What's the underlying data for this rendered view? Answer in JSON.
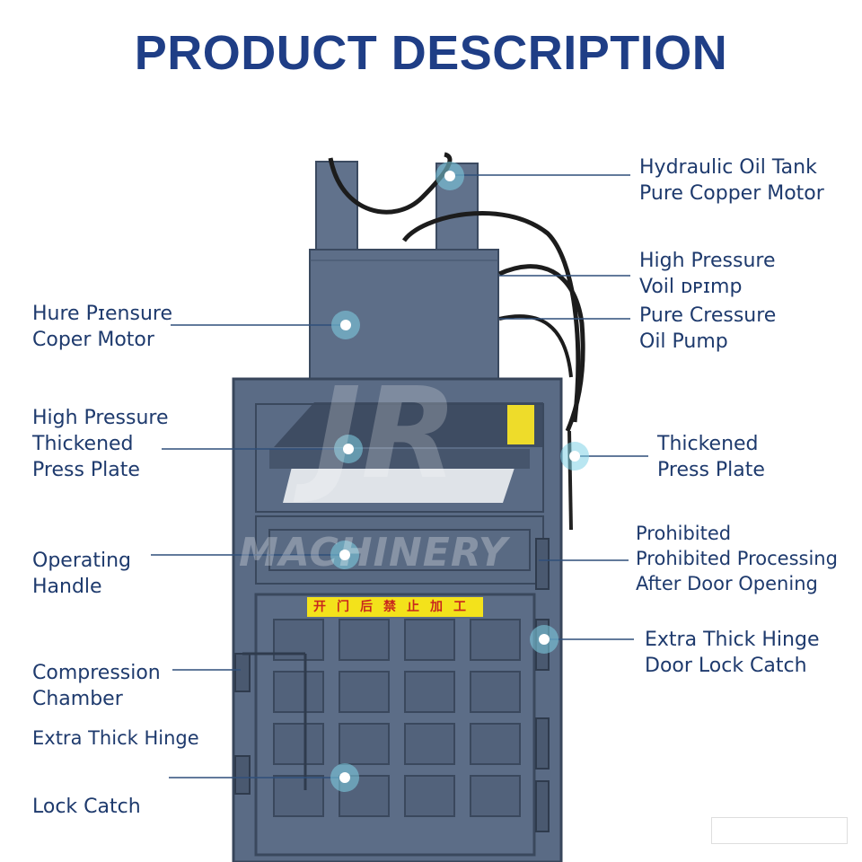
{
  "title": "PRODUCT DESCRIPTION",
  "watermark": {
    "brand": "JR",
    "name": "MACHINERY"
  },
  "warning_sign": "开门后禁止加工",
  "labels": {
    "top_right": "Hydraulic Oil Tank\nPure Copper Motor",
    "right_pump": "High Pressure\nVoil ᴅᴘɪmp",
    "right_pump2": "Pure Cressure\nOil Pump",
    "left_motor": "Hure Pɪensure\nCoper Motor",
    "left_plate": "High Pressure\nThickened\nPress Plate",
    "right_plate": "Thickened\nPress Plate",
    "left_handle": "Operating\nHandle",
    "right_prohibited": "Prohibited\nProhibited Processing\nAfter Door Opening",
    "left_chamber": "Compression\nChamber",
    "right_hinge": "Extra Thick Hinge\nDoor Lock Catch",
    "left_hinge": "Extra Thick Hinge",
    "left_catch": "Lock Catch"
  },
  "colors": {
    "title": "#1f3e86",
    "machine": "#5a6b85",
    "text": "#1e3a6d",
    "dot": "#7fd2e6"
  }
}
